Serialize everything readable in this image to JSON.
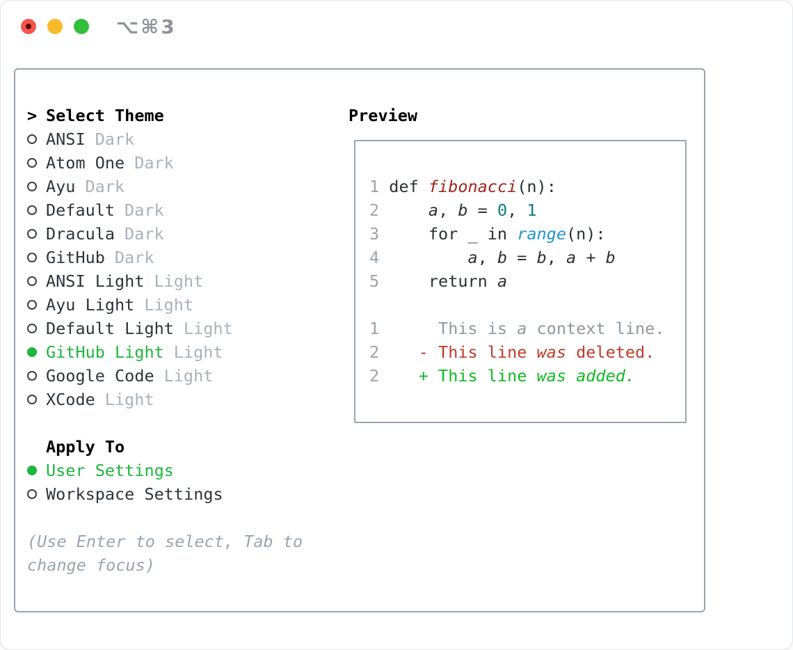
{
  "titlebar": {
    "title": "⌥⌘3"
  },
  "select_theme": {
    "cursor": ">",
    "header": "Select Theme",
    "items": [
      {
        "name": "ANSI",
        "variant": "Dark",
        "selected": false
      },
      {
        "name": "Atom One",
        "variant": "Dark",
        "selected": false
      },
      {
        "name": "Ayu",
        "variant": "Dark",
        "selected": false
      },
      {
        "name": "Default",
        "variant": "Dark",
        "selected": false
      },
      {
        "name": "Dracula",
        "variant": "Dark",
        "selected": false
      },
      {
        "name": "GitHub",
        "variant": "Dark",
        "selected": false
      },
      {
        "name": "ANSI Light",
        "variant": "Light",
        "selected": false
      },
      {
        "name": "Ayu Light",
        "variant": "Light",
        "selected": false
      },
      {
        "name": "Default Light",
        "variant": "Light",
        "selected": false
      },
      {
        "name": "GitHub Light",
        "variant": "Light",
        "selected": true
      },
      {
        "name": "Google Code",
        "variant": "Light",
        "selected": false
      },
      {
        "name": "XCode",
        "variant": "Light",
        "selected": false
      }
    ]
  },
  "apply_to": {
    "header": "Apply To",
    "items": [
      {
        "name": "User Settings",
        "selected": true
      },
      {
        "name": "Workspace Settings",
        "selected": false
      }
    ]
  },
  "help_text": "(Use Enter to select, Tab to change focus)",
  "preview": {
    "header": "Preview",
    "lines": [
      {
        "num": "1",
        "tokens": [
          [
            " def ",
            "code"
          ],
          [
            "fibonacci",
            "func"
          ],
          [
            "(n):",
            "code"
          ]
        ]
      },
      {
        "num": "2",
        "tokens": [
          [
            "     ",
            "code"
          ],
          [
            "a",
            "var"
          ],
          [
            ", ",
            "code"
          ],
          [
            "b",
            "var"
          ],
          [
            " = ",
            "code"
          ],
          [
            "0",
            "num"
          ],
          [
            ", ",
            "code"
          ],
          [
            "1",
            "num"
          ]
        ]
      },
      {
        "num": "3",
        "tokens": [
          [
            "     for _ in ",
            "code"
          ],
          [
            "range",
            "builtin"
          ],
          [
            "(n):",
            "code"
          ]
        ]
      },
      {
        "num": "4",
        "tokens": [
          [
            "         ",
            "code"
          ],
          [
            "a",
            "var"
          ],
          [
            ", ",
            "code"
          ],
          [
            "b",
            "var"
          ],
          [
            " = ",
            "code"
          ],
          [
            "b",
            "var"
          ],
          [
            ", ",
            "code"
          ],
          [
            "a",
            "var"
          ],
          [
            " + ",
            "code"
          ],
          [
            "b",
            "var"
          ]
        ]
      },
      {
        "num": "5",
        "tokens": [
          [
            "     return ",
            "code"
          ],
          [
            "a",
            "var"
          ]
        ]
      },
      {
        "num": "",
        "tokens": []
      },
      {
        "num": "1",
        "tokens": [
          [
            "      This is ",
            "ctx"
          ],
          [
            "a",
            "ctx-i"
          ],
          [
            " context line.",
            "ctx"
          ]
        ]
      },
      {
        "num": "2",
        "tokens": [
          [
            "    - This line ",
            "del"
          ],
          [
            "was",
            "del-i"
          ],
          [
            " deleted.",
            "del"
          ]
        ]
      },
      {
        "num": "2",
        "tokens": [
          [
            "    + This line ",
            "add"
          ],
          [
            "was added.",
            "add-i"
          ]
        ]
      }
    ]
  },
  "colors": {
    "selected_green": "#1db63e",
    "added_green": "#10ba23",
    "deleted_red": "#c23a28",
    "function_red": "#a5231c",
    "number_teal": "#0c7d7e",
    "builtin_blue": "#2196cf",
    "muted_gray": "#a9b1bb",
    "panel_border": "#9aa3af",
    "traffic_red": "#f2564e",
    "traffic_yellow": "#f6ba2a",
    "traffic_green": "#33bf3b"
  }
}
